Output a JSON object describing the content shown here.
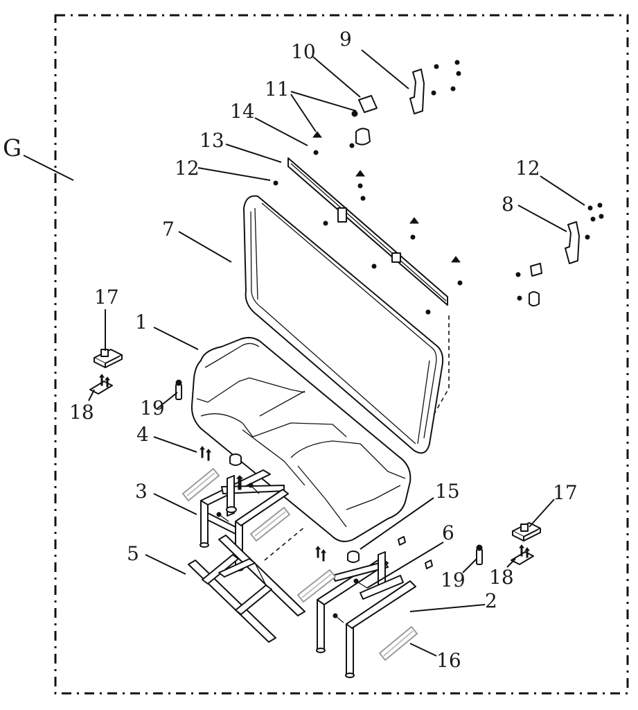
{
  "assembly_label": "G",
  "callouts": {
    "c1": "1",
    "c2": "2",
    "c3": "3",
    "c4": "4",
    "c5": "5",
    "c6": "6",
    "c7": "7",
    "c8": "8",
    "c9": "9",
    "c10": "10",
    "c11": "11",
    "c12_left": "12",
    "c12_right": "12",
    "c13": "13",
    "c14": "14",
    "c15": "15",
    "c16": "16",
    "c17_left": "17",
    "c17_right": "17",
    "c18_left": "18",
    "c18_right": "18",
    "c19_left": "19",
    "c19_right": "19"
  }
}
